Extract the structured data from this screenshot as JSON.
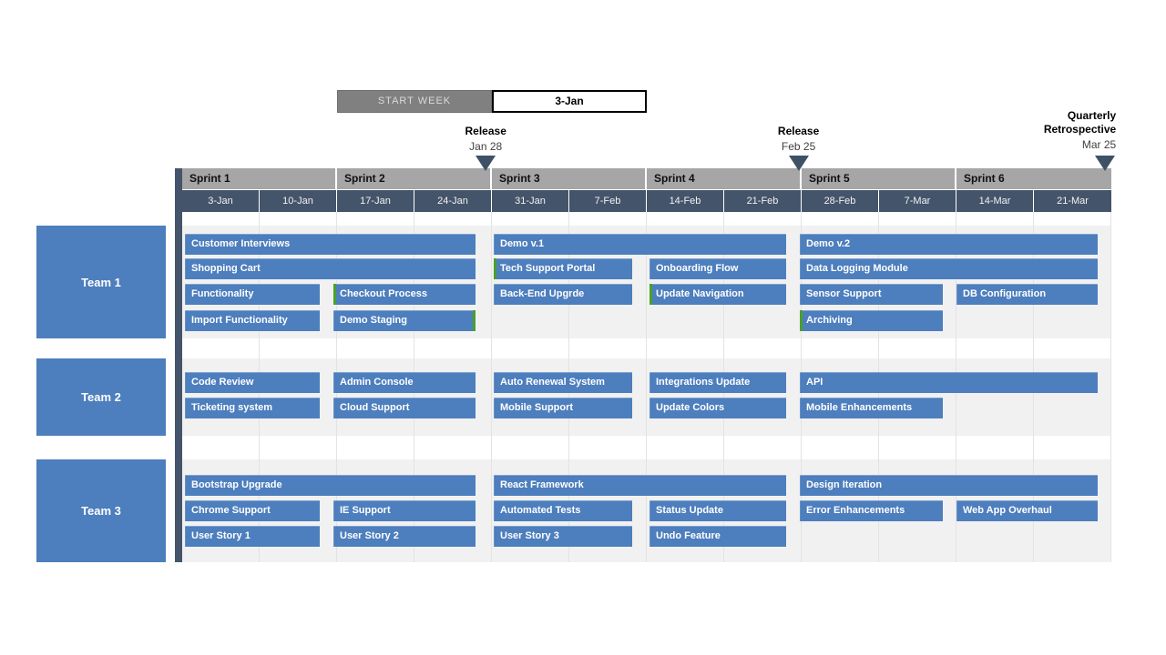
{
  "start_week_control": {
    "label": "START WEEK",
    "value": "3-Jan"
  },
  "chart_data": {
    "type": "table",
    "subtype": "agile-sprint-gantt-timeline",
    "start_week": "3-Jan",
    "sprints": [
      "Sprint 1",
      "Sprint 2",
      "Sprint 3",
      "Sprint 4",
      "Sprint 5",
      "Sprint 6"
    ],
    "weeks": [
      "3-Jan",
      "10-Jan",
      "17-Jan",
      "24-Jan",
      "31-Jan",
      "7-Feb",
      "14-Feb",
      "21-Feb",
      "28-Feb",
      "7-Mar",
      "14-Mar",
      "21-Mar"
    ],
    "milestones": [
      {
        "title_lines": [
          "Release"
        ],
        "date": "Jan 28",
        "week_position": 3.92,
        "align": "center"
      },
      {
        "title_lines": [
          "Release"
        ],
        "date": "Feb 25",
        "week_position": 7.96,
        "align": "center"
      },
      {
        "title_lines": [
          "Quarterly",
          "Retrospective"
        ],
        "date": "Mar 25",
        "week_position": 11.92,
        "align": "right"
      }
    ],
    "teams": [
      {
        "name": "Team 1",
        "rows": [
          [
            {
              "label": "Customer Interviews",
              "sprint": 1,
              "span": 2
            },
            {
              "label": "Demo v.1",
              "sprint": 3,
              "span": 2
            },
            {
              "label": "Demo v.2",
              "sprint": 5,
              "span": 2
            }
          ],
          [
            {
              "label": "Shopping Cart",
              "sprint": 1,
              "span": 2
            },
            {
              "label": "Tech Support Portal",
              "sprint": 3,
              "span": 1,
              "accent": "left"
            },
            {
              "label": "Onboarding Flow",
              "sprint": 4,
              "span": 1
            },
            {
              "label": "Data Logging Module",
              "sprint": 5,
              "span": 2
            }
          ],
          [
            {
              "label": "Functionality",
              "sprint": 1,
              "span": 1
            },
            {
              "label": "Checkout Process",
              "sprint": 2,
              "span": 1,
              "accent": "left"
            },
            {
              "label": "Back-End Upgrde",
              "sprint": 3,
              "span": 1
            },
            {
              "label": "Update Navigation",
              "sprint": 4,
              "span": 1,
              "accent": "left"
            },
            {
              "label": "Sensor Support",
              "sprint": 5,
              "span": 1
            },
            {
              "label": "DB Configuration",
              "sprint": 6,
              "span": 1
            }
          ],
          [
            {
              "label": "Import Functionality",
              "sprint": 1,
              "span": 1
            },
            {
              "label": "Demo Staging",
              "sprint": 2,
              "span": 1,
              "accent": "right"
            },
            {
              "label": "Archiving",
              "sprint": 5,
              "span": 1,
              "accent": "left"
            }
          ]
        ]
      },
      {
        "name": "Team 2",
        "rows": [
          [
            {
              "label": "Code Review",
              "sprint": 1,
              "span": 1
            },
            {
              "label": "Admin Console",
              "sprint": 2,
              "span": 1
            },
            {
              "label": "Auto Renewal System",
              "sprint": 3,
              "span": 1
            },
            {
              "label": "Integrations Update",
              "sprint": 4,
              "span": 1
            },
            {
              "label": "API",
              "sprint": 5,
              "span": 2
            }
          ],
          [
            {
              "label": "Ticketing system",
              "sprint": 1,
              "span": 1
            },
            {
              "label": "Cloud Support",
              "sprint": 2,
              "span": 1
            },
            {
              "label": "Mobile Support",
              "sprint": 3,
              "span": 1
            },
            {
              "label": "Update Colors",
              "sprint": 4,
              "span": 1
            },
            {
              "label": "Mobile Enhancements",
              "sprint": 5,
              "span": 1
            }
          ]
        ]
      },
      {
        "name": "Team 3",
        "rows": [
          [
            {
              "label": "Bootstrap Upgrade",
              "sprint": 1,
              "span": 2
            },
            {
              "label": "React Framework",
              "sprint": 3,
              "span": 2
            },
            {
              "label": "Design Iteration",
              "sprint": 5,
              "span": 2
            }
          ],
          [
            {
              "label": "Chrome Support",
              "sprint": 1,
              "span": 1
            },
            {
              "label": "IE Support",
              "sprint": 2,
              "span": 1
            },
            {
              "label": "Automated Tests",
              "sprint": 3,
              "span": 1
            },
            {
              "label": "Status Update",
              "sprint": 4,
              "span": 1
            },
            {
              "label": "Error Enhancements",
              "sprint": 5,
              "span": 1
            },
            {
              "label": "Web App Overhaul",
              "sprint": 6,
              "span": 1
            }
          ],
          [
            {
              "label": "User Story 1",
              "sprint": 1,
              "span": 1
            },
            {
              "label": "User Story 2",
              "sprint": 2,
              "span": 1
            },
            {
              "label": "User Story 3",
              "sprint": 3,
              "span": 1
            },
            {
              "label": "Undo Feature",
              "sprint": 4,
              "span": 1
            }
          ]
        ]
      }
    ]
  },
  "colors": {
    "bar_blue": "#4d7ebd",
    "header_slate": "#44546a",
    "sprint_gray": "#a6a6a6",
    "band_gray": "#f1f1f2",
    "milestone_marker": "#3f5166",
    "accent_green": "#4aa02c",
    "start_week_bg": "#808080",
    "start_week_text": "#d9d9d9"
  }
}
